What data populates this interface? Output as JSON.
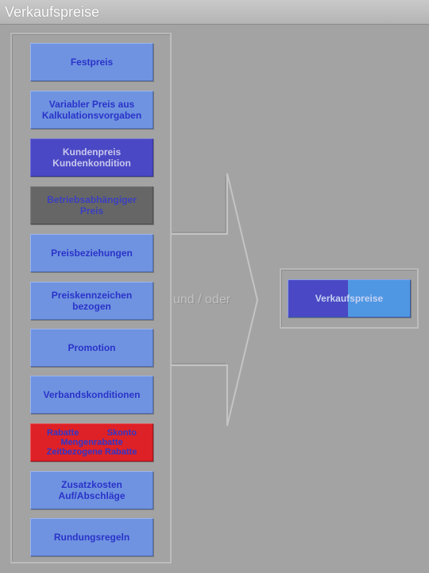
{
  "window": {
    "title": "Verkaufspreise"
  },
  "connector": {
    "label": "und / oder"
  },
  "buttons": [
    {
      "lines": [
        "Festpreis"
      ],
      "variant": "normal"
    },
    {
      "lines": [
        "Variabler Preis aus",
        "Kalkulationsvorgaben"
      ],
      "variant": "normal"
    },
    {
      "lines": [
        "Kundenpreis",
        "Kundenkondition"
      ],
      "variant": "dark"
    },
    {
      "lines": [
        "Betriebsabhängiger",
        "Preis"
      ],
      "variant": "grey"
    },
    {
      "lines": [
        "Preisbeziehungen"
      ],
      "variant": "normal"
    },
    {
      "lines": [
        "Preiskennzeichen",
        "bezogen"
      ],
      "variant": "normal"
    },
    {
      "lines": [
        "Promotion"
      ],
      "variant": "normal"
    },
    {
      "lines": [
        "Verbandskonditionen"
      ],
      "variant": "normal"
    },
    {
      "lines": [
        "Rabatte",
        "Skonto",
        "Mengenrabatte",
        "Zeitbezogene Rabatte"
      ],
      "variant": "red"
    },
    {
      "lines": [
        "Zusatzkosten",
        "Auf/Abschläge"
      ],
      "variant": "normal"
    },
    {
      "lines": [
        "Rundungsregeln"
      ],
      "variant": "normal"
    }
  ],
  "result": {
    "label": "Verkaufspreise"
  },
  "colors": {
    "background": "#a3a3a3",
    "button_blue": "#6f93e0",
    "button_dark": "#4a48c4",
    "button_grey": "#666666",
    "button_red": "#dd2127",
    "text_blue": "#2a33c9"
  }
}
